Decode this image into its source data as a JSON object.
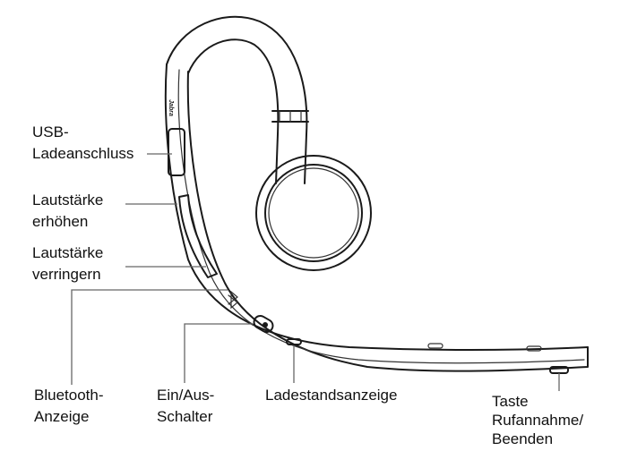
{
  "diagram": {
    "brand_text": "Jabra",
    "labels": {
      "usb_port": [
        "USB-",
        "Ladeanschluss"
      ],
      "volume_up": [
        "Lautstärke",
        "erhöhen"
      ],
      "volume_down": [
        "Lautstärke",
        "verringern"
      ],
      "bluetooth_indicator": [
        "Bluetooth-",
        "Anzeige"
      ],
      "power_switch": [
        "Ein/Aus-",
        "Schalter"
      ],
      "battery_indicator": [
        "Ladestandsanzeige"
      ],
      "call_button": [
        "Taste",
        "Rufannahme/",
        "Beenden"
      ]
    }
  }
}
